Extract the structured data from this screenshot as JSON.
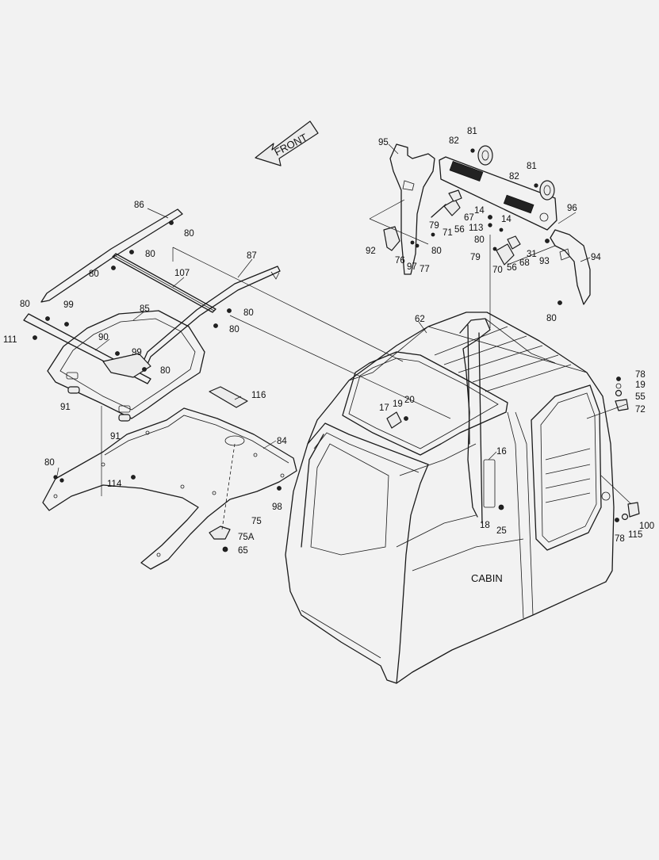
{
  "diagram": {
    "front_arrow_label": "FRONT",
    "cabin_label": "CABIN",
    "callouts": [
      {
        "id": "c86",
        "text": "86"
      },
      {
        "id": "c80a",
        "text": "80"
      },
      {
        "id": "c80b",
        "text": "80"
      },
      {
        "id": "c80c",
        "text": "80"
      },
      {
        "id": "c87",
        "text": "87"
      },
      {
        "id": "c107",
        "text": "107"
      },
      {
        "id": "c80d",
        "text": "80"
      },
      {
        "id": "c99a",
        "text": "99"
      },
      {
        "id": "c85",
        "text": "85"
      },
      {
        "id": "c80e",
        "text": "80"
      },
      {
        "id": "c80f",
        "text": "80"
      },
      {
        "id": "c111",
        "text": "111"
      },
      {
        "id": "c90",
        "text": "90"
      },
      {
        "id": "c99b",
        "text": "99"
      },
      {
        "id": "c80g",
        "text": "80"
      },
      {
        "id": "c91a",
        "text": "91"
      },
      {
        "id": "c91b",
        "text": "91"
      },
      {
        "id": "c116",
        "text": "116"
      },
      {
        "id": "c84",
        "text": "84"
      },
      {
        "id": "c80h",
        "text": "80"
      },
      {
        "id": "c114",
        "text": "114"
      },
      {
        "id": "c98",
        "text": "98"
      },
      {
        "id": "c75",
        "text": "75"
      },
      {
        "id": "c75a",
        "text": "75A"
      },
      {
        "id": "c65",
        "text": "65"
      },
      {
        "id": "c95",
        "text": "95"
      },
      {
        "id": "c82a",
        "text": "82"
      },
      {
        "id": "c81a",
        "text": "81"
      },
      {
        "id": "c81b",
        "text": "81"
      },
      {
        "id": "c82b",
        "text": "82"
      },
      {
        "id": "c14a",
        "text": "14"
      },
      {
        "id": "c67",
        "text": "67"
      },
      {
        "id": "c79a",
        "text": "79"
      },
      {
        "id": "c71",
        "text": "71"
      },
      {
        "id": "c56a",
        "text": "56"
      },
      {
        "id": "c113",
        "text": "113"
      },
      {
        "id": "c96",
        "text": "96"
      },
      {
        "id": "c14b",
        "text": "14"
      },
      {
        "id": "c80i",
        "text": "80"
      },
      {
        "id": "c92",
        "text": "92"
      },
      {
        "id": "c76",
        "text": "76"
      },
      {
        "id": "c97",
        "text": "97"
      },
      {
        "id": "c77",
        "text": "77"
      },
      {
        "id": "c80j",
        "text": "80"
      },
      {
        "id": "c79b",
        "text": "79"
      },
      {
        "id": "c70",
        "text": "70"
      },
      {
        "id": "c56b",
        "text": "56"
      },
      {
        "id": "c68",
        "text": "68"
      },
      {
        "id": "c31",
        "text": "31"
      },
      {
        "id": "c93",
        "text": "93"
      },
      {
        "id": "c94",
        "text": "94"
      },
      {
        "id": "c80k",
        "text": "80"
      },
      {
        "id": "c62",
        "text": "62"
      },
      {
        "id": "c17",
        "text": "17"
      },
      {
        "id": "c19a",
        "text": "19"
      },
      {
        "id": "c20",
        "text": "20"
      },
      {
        "id": "c16",
        "text": "16"
      },
      {
        "id": "c18",
        "text": "18"
      },
      {
        "id": "c25",
        "text": "25"
      },
      {
        "id": "c78a",
        "text": "78"
      },
      {
        "id": "c19b",
        "text": "19"
      },
      {
        "id": "c55",
        "text": "55"
      },
      {
        "id": "c72",
        "text": "72"
      },
      {
        "id": "c100",
        "text": "100"
      },
      {
        "id": "c78b",
        "text": "78"
      },
      {
        "id": "c115",
        "text": "115"
      }
    ]
  }
}
